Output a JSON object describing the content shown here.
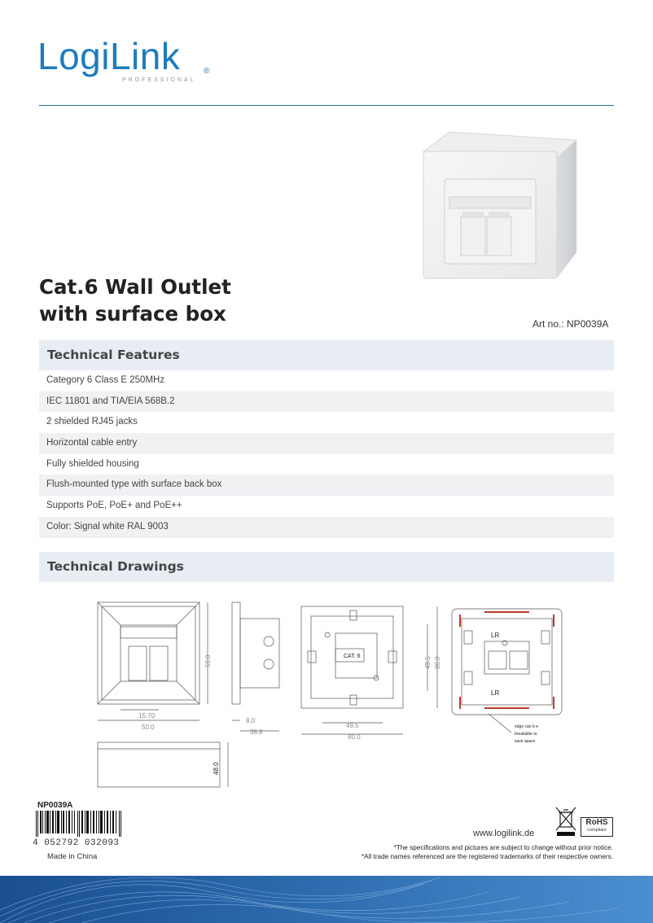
{
  "brand": {
    "name": "LogiLink",
    "tagline": "PROFESSIONAL",
    "registered": "®"
  },
  "product": {
    "title_line1": "Cat.6 Wall Outlet",
    "title_line2": "with surface box",
    "art_no": "Art no.: NP0039A"
  },
  "features": {
    "heading": "Technical Features",
    "items": [
      "Category 6 Class E 250MHz",
      "IEC 11801 and TIA/EIA 568B.2",
      "2 shielded RJ45 jacks",
      "Horizontal cable entry",
      "Fully shielded housing",
      "Flush-mounted type with surface back box",
      "Supports PoE, PoE+ and PoE++",
      "Color: Signal white RAL 9003"
    ]
  },
  "drawings": {
    "heading": "Technical Drawings",
    "dim_15_70": "15.70",
    "dim_50_0": "50.0",
    "dim_8_0": "8.0",
    "dim_38_8": "38.8",
    "dim_49_5": "49.5",
    "dim_80_0": "80.0",
    "dim_48_0": "48.0",
    "cat_label": "CAT. 6",
    "lr_top": "LR",
    "lr_bottom": "LR",
    "edge_note_1": "edge can b e",
    "edge_note_2": "breakable to",
    "edge_note_3": "save space"
  },
  "footer": {
    "article_code": "NP0039A",
    "barcode_digits": "4  052792  032093",
    "made_in": "Made in China",
    "website": "www.logilink.de",
    "rohs_main": "RoHS",
    "rohs_sub": "compliant",
    "disclaimer_1": "*The specifications and pictures are subject to change without prior notice.",
    "disclaimer_2": "*All trade names referenced are the registered trademarks of their respective owners."
  },
  "colors": {
    "brand_blue": "#1e7cbd",
    "section_bg": "#e8ecf3",
    "footer_blue": "#2e6db0",
    "red_marks": "#c0392b"
  }
}
